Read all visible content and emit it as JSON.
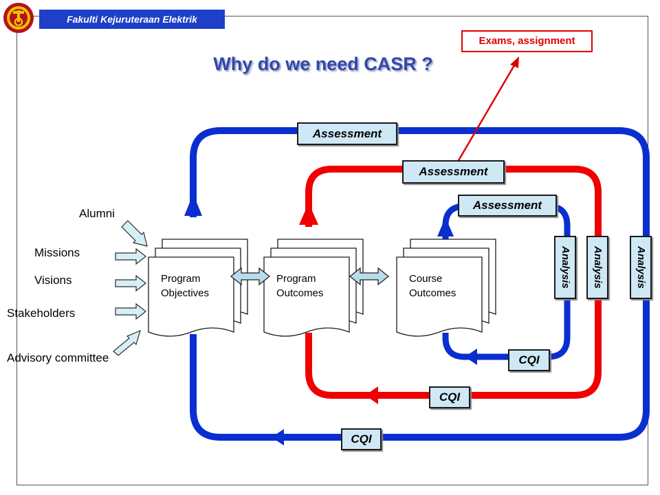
{
  "header": {
    "title": "Fakulti Kejuruteraan Elektrik"
  },
  "slide": {
    "title": "Why do we need CASR ?",
    "note": "Exams, assignment"
  },
  "inputs": [
    "Alumni",
    "Missions",
    "Visions",
    "Stakeholders",
    "Advisory committee"
  ],
  "documents": {
    "program_objectives": [
      "Program",
      "Objectives"
    ],
    "program_outcomes": [
      "Program",
      "Outcomes"
    ],
    "course_outcomes": [
      "Course",
      "Outcomes"
    ]
  },
  "loops": {
    "outer": {
      "assessment": "Assessment",
      "analysis": "Analysis",
      "cqi": "CQI",
      "color": "#0a2fd0"
    },
    "middle": {
      "assessment": "Assessment",
      "analysis": "Analysis",
      "cqi": "CQI",
      "color": "#f00000"
    },
    "inner": {
      "assessment": "Assessment",
      "analysis": "Analysis",
      "cqi": "CQI",
      "color": "#0a2fd0"
    }
  }
}
